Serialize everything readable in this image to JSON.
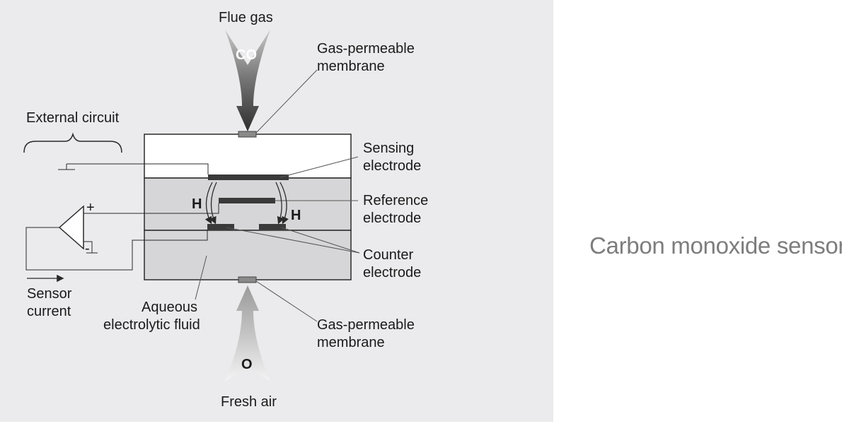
{
  "caption": "Carbon monoxide sensor",
  "diagram": {
    "flue_gas_label": "Flue gas",
    "co_label": "CO",
    "top_membrane_label": [
      "Gas-permeable",
      "membrane"
    ],
    "external_circuit_label": "External circuit",
    "sensing_electrode_label": [
      "Sensing",
      "electrode"
    ],
    "reference_electrode_label": [
      "Reference",
      "electrode"
    ],
    "counter_electrode_label": [
      "Counter",
      "electrode"
    ],
    "h_left_label": "H",
    "h_right_label": "H",
    "plus_label": "+",
    "minus_label": "-",
    "sensor_current_label": [
      "Sensor",
      "current"
    ],
    "electrolyte_label": [
      "Aqueous",
      "electrolytic fluid"
    ],
    "bottom_membrane_label": [
      "Gas-permeable",
      "membrane"
    ],
    "o_label": "O",
    "fresh_air_label": "Fresh air"
  }
}
